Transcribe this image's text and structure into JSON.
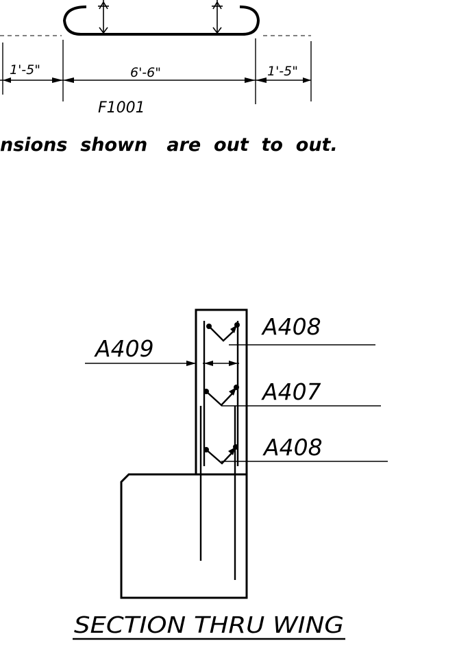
{
  "bar_detail": {
    "dim_left": "1'-5\"",
    "dim_center": "6'-6\"",
    "dim_right": "1'-5\"",
    "bar_mark": "F1001"
  },
  "note": "nsions  shown   are  out  to  out.",
  "section": {
    "callouts": [
      "A408",
      "A409",
      "A407",
      "A408"
    ],
    "title": "SECTION THRU WING"
  }
}
